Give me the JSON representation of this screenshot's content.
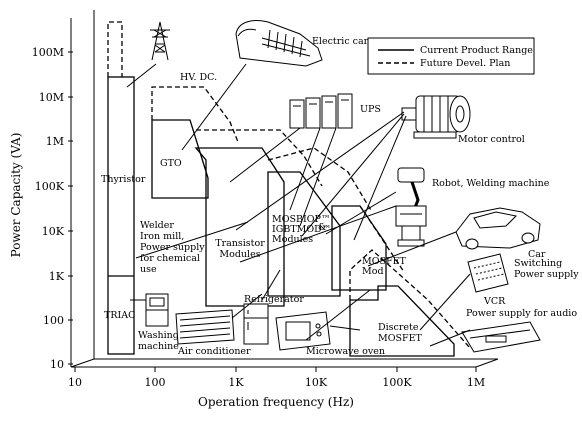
{
  "axes": {
    "x_title": "Operation frequency (Hz)",
    "y_title": "Power Capacity (VA)",
    "x_ticks": [
      "10",
      "100",
      "1K",
      "10K",
      "100K",
      "1M"
    ],
    "y_ticks": [
      "100M",
      "10M",
      "1M",
      "100K",
      "10K",
      "1K",
      "100",
      "10"
    ]
  },
  "legend": {
    "current": "Current Product Range",
    "future": "Future Devel. Plan"
  },
  "devices": {
    "thyristor": "Thyristor",
    "triac": "TRIAC",
    "gto": "GTO",
    "transistor_modules": [
      "Transistor",
      "Modules"
    ],
    "mosbiop": [
      "MOSBIOP™",
      "IGBTMOD™",
      "Modules"
    ],
    "mosbiop_amp": "&",
    "mosfet_mod": [
      "MOSFET",
      "Mod"
    ],
    "discrete_mosfet": [
      "Discrete",
      "MOSFET"
    ]
  },
  "applications": {
    "electric_car": "Electric car",
    "hvdc": "HV. DC.",
    "ups": "UPS",
    "motor_control": "Motor control",
    "robot": "Robot, Welding machine",
    "welder": [
      "Welder",
      "Iron mill,",
      "Power supply",
      "for chemical",
      "use"
    ],
    "car": "Car",
    "switching": [
      "Switching",
      "Power supply"
    ],
    "vcr": "VCR",
    "audio": "Power supply for audio",
    "washing": [
      "Washing",
      "machine"
    ],
    "aircon": "Air conditioner",
    "refrigerator": "Refrigerator",
    "microwave": "Microwave oven"
  }
}
